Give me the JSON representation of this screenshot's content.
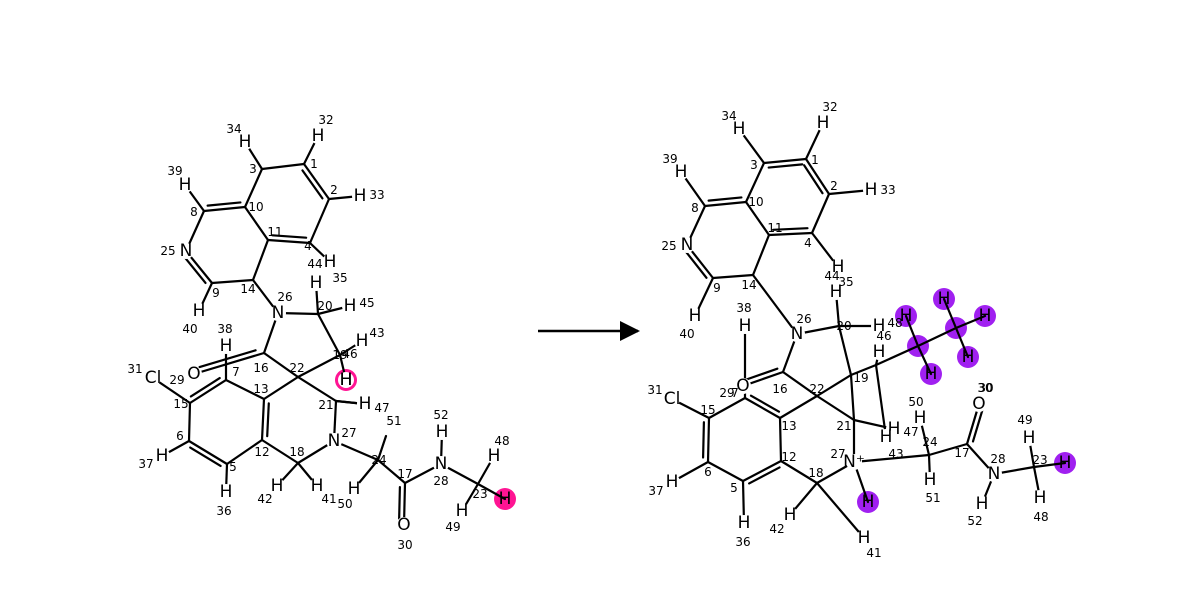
{
  "colors": {
    "highlight_pink": "#ff1493",
    "highlight_purple": "#a020f0",
    "bond": "#000000",
    "background": "#ffffff"
  },
  "reactant": {
    "atoms": [
      {
        "id": "r1",
        "el": "",
        "idx": "1"
      },
      {
        "id": "r2",
        "el": "",
        "idx": "2"
      },
      {
        "id": "r3",
        "el": "",
        "idx": "3"
      },
      {
        "id": "r4",
        "el": "",
        "idx": "4"
      },
      {
        "id": "r5",
        "el": "",
        "idx": "5"
      },
      {
        "id": "r6",
        "el": "",
        "idx": "6"
      },
      {
        "id": "r7",
        "el": "",
        "idx": "7"
      },
      {
        "id": "r8",
        "el": "",
        "idx": "8"
      },
      {
        "id": "r9",
        "el": "",
        "idx": "9"
      },
      {
        "id": "r10",
        "el": "",
        "idx": "10"
      },
      {
        "id": "r11",
        "el": "",
        "idx": "11"
      },
      {
        "id": "r12",
        "el": "",
        "idx": "12"
      },
      {
        "id": "r13",
        "el": "",
        "idx": "13"
      },
      {
        "id": "r14",
        "el": "",
        "idx": "14"
      },
      {
        "id": "r15",
        "el": "",
        "idx": "15"
      },
      {
        "id": "r16",
        "el": "",
        "idx": "16"
      },
      {
        "id": "r17",
        "el": "",
        "idx": "17"
      },
      {
        "id": "r18",
        "el": "",
        "idx": "18"
      },
      {
        "id": "r19",
        "el": "",
        "idx": "19"
      },
      {
        "id": "r20",
        "el": "",
        "idx": "20"
      },
      {
        "id": "r21",
        "el": "",
        "idx": "21"
      },
      {
        "id": "r22",
        "el": "",
        "idx": "22"
      },
      {
        "id": "r23",
        "el": "",
        "idx": "23"
      },
      {
        "id": "r24",
        "el": "",
        "idx": "24"
      },
      {
        "id": "r25",
        "el": "N",
        "idx": "25"
      },
      {
        "id": "r26",
        "el": "N",
        "idx": "26"
      },
      {
        "id": "r27",
        "el": "N",
        "idx": "27"
      },
      {
        "id": "r28",
        "el": "N",
        "idx": "28"
      },
      {
        "id": "r29",
        "el": "",
        "idx": "29"
      },
      {
        "id": "r30",
        "el": "O",
        "idx": "30"
      },
      {
        "id": "r31",
        "el": "Cl",
        "idx": "31"
      },
      {
        "id": "r32",
        "el": "H",
        "idx": "32"
      },
      {
        "id": "r33",
        "el": "H",
        "idx": "33"
      },
      {
        "id": "r34",
        "el": "H",
        "idx": "34"
      },
      {
        "id": "r35",
        "el": "H",
        "idx": "35"
      },
      {
        "id": "r36",
        "el": "H",
        "idx": "36"
      },
      {
        "id": "r37",
        "el": "H",
        "idx": "37"
      },
      {
        "id": "r38",
        "el": "H",
        "idx": "38"
      },
      {
        "id": "r39",
        "el": "H",
        "idx": "39"
      },
      {
        "id": "r40",
        "el": "H",
        "idx": "40"
      },
      {
        "id": "r41",
        "el": "H",
        "idx": "41"
      },
      {
        "id": "r42",
        "el": "H",
        "idx": "42"
      },
      {
        "id": "r43",
        "el": "H",
        "idx": "43"
      },
      {
        "id": "r44",
        "el": "H",
        "idx": "44"
      },
      {
        "id": "r45",
        "el": "H",
        "idx": "45"
      },
      {
        "id": "r46",
        "el": "H",
        "idx": "46"
      },
      {
        "id": "r47",
        "el": "H",
        "idx": "47"
      },
      {
        "id": "r48",
        "el": "H",
        "idx": "48"
      },
      {
        "id": "r49",
        "el": "H",
        "idx": "49"
      },
      {
        "id": "r50",
        "el": "H",
        "idx": "50"
      },
      {
        "id": "r51",
        "el": "H",
        "idx": "51"
      },
      {
        "id": "r52",
        "el": "H",
        "idx": "52"
      },
      {
        "id": "r7o",
        "el": "O",
        "idx": ""
      }
    ],
    "bonds": [
      [
        "r1",
        "r2",
        2
      ],
      [
        "r2",
        "r4",
        1
      ],
      [
        "r4",
        "r11",
        2
      ],
      [
        "r11",
        "r10",
        1
      ],
      [
        "r10",
        "r3",
        1
      ],
      [
        "r3",
        "r1",
        1
      ],
      [
        "r10",
        "r8",
        2
      ],
      [
        "r8",
        "r25",
        1
      ],
      [
        "r25",
        "r9",
        2
      ],
      [
        "r9",
        "r14",
        1
      ],
      [
        "r14",
        "r11",
        1
      ],
      [
        "r14",
        "r26",
        1
      ],
      [
        "r26",
        "r16",
        1
      ],
      [
        "r26",
        "r20",
        1
      ],
      [
        "r16",
        "r7o",
        2
      ],
      [
        "r16",
        "r22",
        1
      ],
      [
        "r20",
        "r19",
        1
      ],
      [
        "r19",
        "r22",
        1
      ],
      [
        "r22",
        "r13",
        1
      ],
      [
        "r22",
        "r21",
        1
      ],
      [
        "r21",
        "r27",
        1
      ],
      [
        "r27",
        "r18",
        1
      ],
      [
        "r18",
        "r12",
        1
      ],
      [
        "r12",
        "r13",
        2
      ],
      [
        "r13",
        "r29",
        1
      ],
      [
        "r29",
        "r15",
        2
      ],
      [
        "r15",
        "r6",
        1
      ],
      [
        "r6",
        "r5",
        2
      ],
      [
        "r5",
        "r12",
        1
      ],
      [
        "r15",
        "r31",
        1
      ],
      [
        "r27",
        "r24",
        1
      ],
      [
        "r24",
        "r17",
        1
      ],
      [
        "r17",
        "r30",
        2
      ],
      [
        "r17",
        "r28",
        1
      ],
      [
        "r28",
        "r23",
        1
      ],
      [
        "r1",
        "r32",
        1
      ],
      [
        "r2",
        "r33",
        1
      ],
      [
        "r3",
        "r34",
        1
      ],
      [
        "r4",
        "r44",
        1
      ],
      [
        "r8",
        "r39",
        1
      ],
      [
        "r9",
        "r40",
        1
      ],
      [
        "r29",
        "r38",
        1
      ],
      [
        "r6",
        "r37",
        1
      ],
      [
        "r5",
        "r36",
        1
      ],
      [
        "r18",
        "r42",
        1
      ],
      [
        "r18",
        "r41",
        1
      ],
      [
        "r20",
        "r35",
        1
      ],
      [
        "r20",
        "r45",
        1
      ],
      [
        "r19",
        "r43",
        1
      ],
      [
        "r19",
        "r46",
        1
      ],
      [
        "r21",
        "r47",
        1
      ],
      [
        "r21",
        "r51",
        1
      ],
      [
        "r24",
        "r50",
        1
      ],
      [
        "r24",
        "r50b",
        1
      ],
      [
        "r28",
        "r52",
        1
      ],
      [
        "r23",
        "r48",
        1
      ],
      [
        "r23",
        "r49",
        1
      ],
      [
        "r23",
        "r23h",
        1
      ]
    ],
    "highlights": [
      {
        "atom": "r46",
        "color": "highlight_pink"
      },
      {
        "atom": "r23h",
        "color": "highlight_pink"
      }
    ]
  },
  "product": {
    "labels_note": "",
    "highlights": [
      {
        "atom": "p_methyl_c",
        "color": "highlight_purple"
      },
      {
        "atom": "p_methyl_h1",
        "color": "highlight_purple"
      },
      {
        "atom": "p_methyl_h2",
        "color": "highlight_purple"
      },
      {
        "atom": "p_methyl_h3",
        "color": "highlight_purple"
      },
      {
        "atom": "p_methyl_h4",
        "color": "highlight_purple"
      },
      {
        "atom": "p_methyl_h5",
        "color": "highlight_purple"
      },
      {
        "atom": "p_methyl_c2",
        "color": "highlight_purple"
      },
      {
        "atom": "p_nh",
        "color": "highlight_purple"
      },
      {
        "atom": "p23h",
        "color": "highlight_purple"
      }
    ],
    "charge_label": "N⁺"
  },
  "arrow": {
    "direction": "right"
  }
}
